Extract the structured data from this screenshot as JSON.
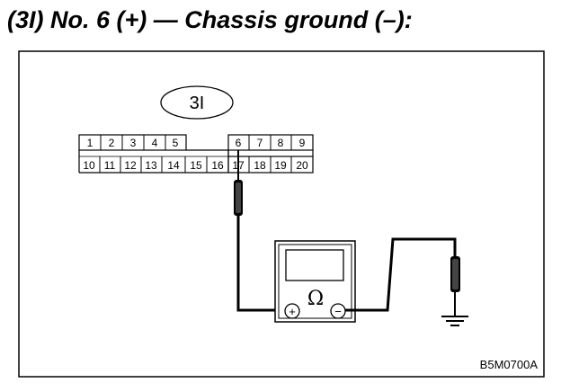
{
  "heading": "(3I) No. 6 (+) — Chassis ground (–):",
  "connector_tag": "3I",
  "figure_code": "B5M0700A",
  "connector": {
    "top_row": [
      "1",
      "2",
      "3",
      "4",
      "5",
      "6",
      "7",
      "8",
      "9"
    ],
    "bottom_row": [
      "10",
      "11",
      "12",
      "13",
      "14",
      "15",
      "16",
      "17",
      "18",
      "19",
      "20"
    ]
  },
  "meter": {
    "unit_symbol": "Ω",
    "positive_symbol": "+",
    "negative_symbol": "−"
  }
}
